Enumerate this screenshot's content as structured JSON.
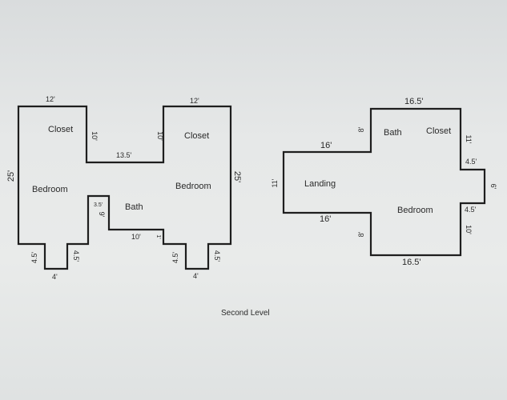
{
  "caption": "Second Level",
  "left_plan": {
    "rooms": {
      "closet_left": "Closet",
      "closet_right": "Closet",
      "bedroom_left": "Bedroom",
      "bedroom_right": "Bedroom",
      "bath": "Bath"
    },
    "dims": {
      "top_left": "12'",
      "top_right": "12'",
      "left_side": "25'",
      "right_side": "25'",
      "inner_10_left": "10'",
      "inner_10_right": "10'",
      "mid_13_5": "13.5'",
      "bath_3_5": "3.5'",
      "bath_9": "9'",
      "bath_10": "10'",
      "bath_1": "1'",
      "notch1_left": "4.5'",
      "notch1_right": "4.5'",
      "notch1_bottom": "4'",
      "notch2_left": "4.5'",
      "notch2_right": "4.5'",
      "notch2_bottom": "4'"
    }
  },
  "right_plan": {
    "rooms": {
      "bath": "Bath",
      "closet": "Closet",
      "landing": "Landing",
      "bedroom": "Bedroom"
    },
    "dims": {
      "top": "16.5'",
      "bottom": "16.5'",
      "landing_top": "16'",
      "landing_bottom": "16'",
      "landing_side": "11'",
      "upper_8": "8'",
      "lower_8": "8'",
      "right_11": "11'",
      "right_10": "10'",
      "bump_top": "4.5'",
      "bump_bottom": "4.5'",
      "bump_side": "6'"
    }
  }
}
